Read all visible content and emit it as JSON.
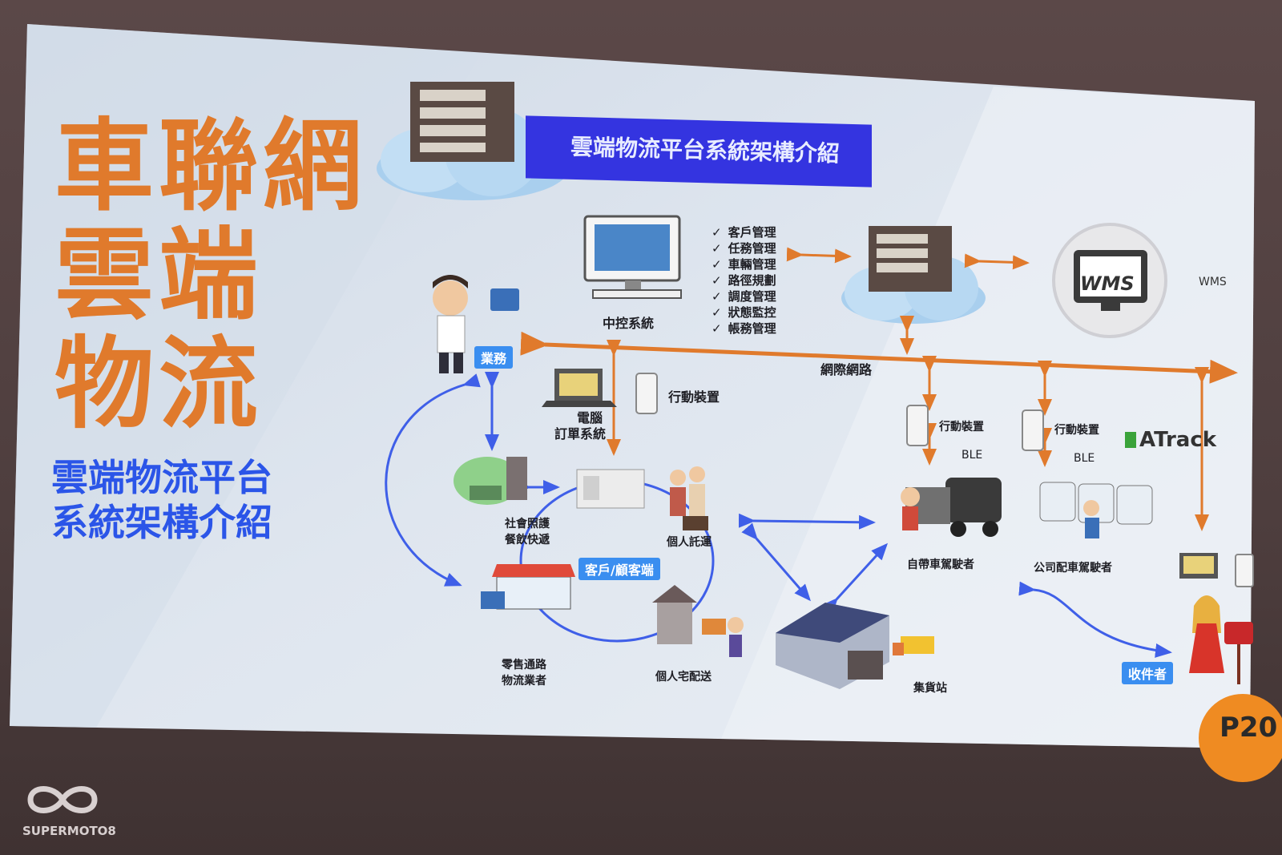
{
  "slide": {
    "title_lines": [
      "車聯網",
      "雲端",
      "物流"
    ],
    "subtitle_lines": [
      "雲端物流平台",
      "系統架構介紹"
    ],
    "banner": "雲端物流平台系統架構介紹",
    "page": "P20"
  },
  "diagram": {
    "central_control": "中控系統",
    "functions": [
      "客戶管理",
      "任務管理",
      "車輛管理",
      "路徑規劃",
      "調度管理",
      "狀態監控",
      "帳務管理"
    ],
    "check_mark": "✓",
    "wms_screen": "WMS",
    "wms_label": "WMS",
    "internet": "網際網路",
    "sales_tag": "業務",
    "pc_order_lines": [
      "電腦",
      "訂單系統"
    ],
    "mobile_device": "行動裝置",
    "ble": "BLE",
    "atrack": "ATrack",
    "social_care_lines": [
      "社會照護",
      "餐飲快遞"
    ],
    "personal_consign": "個人託運",
    "customer_tag": "客戶/顧客端",
    "retail_lines": [
      "零售通路",
      "物流業者"
    ],
    "home_delivery": "個人宅配送",
    "warehouse": "集貨站",
    "own_vehicle_driver": "自帶車駕駛者",
    "company_vehicle_driver": "公司配車駕駛者",
    "recipient_tag": "收件者"
  },
  "watermark": "SUPERMOTO8",
  "colors": {
    "title_orange": "#e07a2c",
    "subtitle_blue": "#2b55e8",
    "banner_blue": "#3434e0",
    "arrow_orange": "#e07a2c",
    "arrow_blue": "#3f5fe8",
    "tag_blue": "#3a8ef0",
    "badge_orange": "#ef8b22"
  }
}
